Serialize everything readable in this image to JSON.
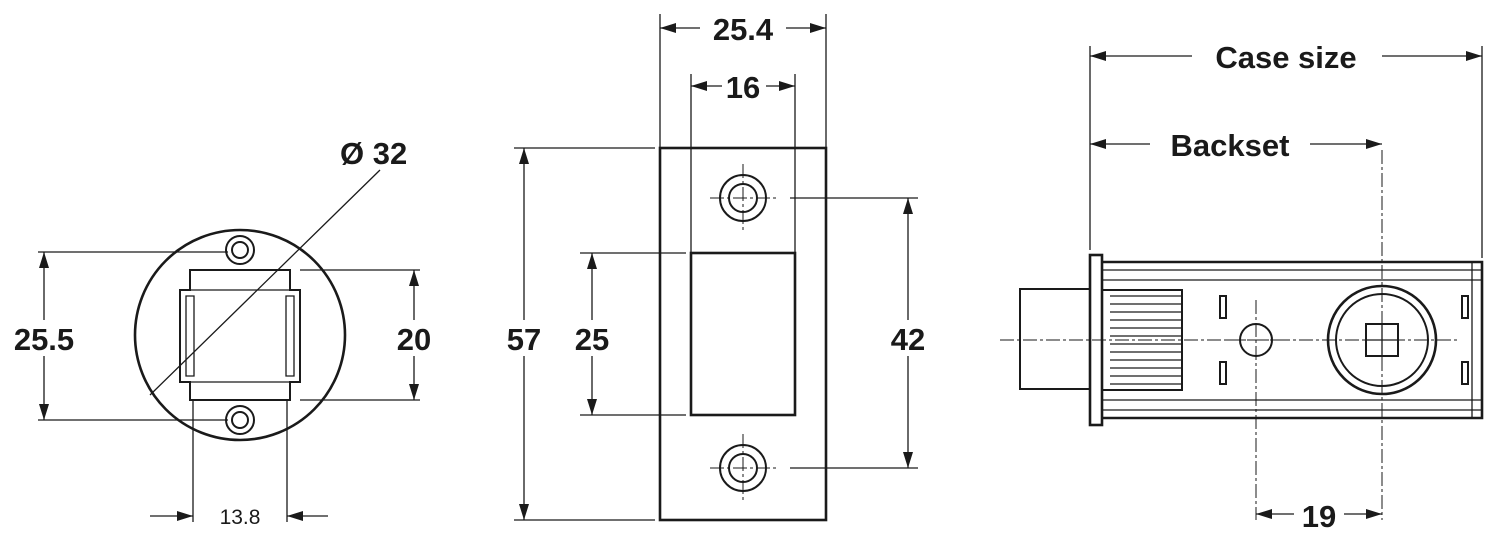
{
  "drawing": {
    "front_view": {
      "diameter_label": "Ø 32",
      "screw_pitch_label": "25.5",
      "mechanism_height_label": "20",
      "mechanism_width_label": "13.8"
    },
    "strike_plate": {
      "width_label": "25.4",
      "inner_width_label": "16",
      "height_label": "57",
      "opening_height_label": "25",
      "screw_pitch_label": "42"
    },
    "side_view": {
      "case_size_label": "Case size",
      "backset_label": "Backset",
      "spindle_offset_label": "19"
    }
  }
}
